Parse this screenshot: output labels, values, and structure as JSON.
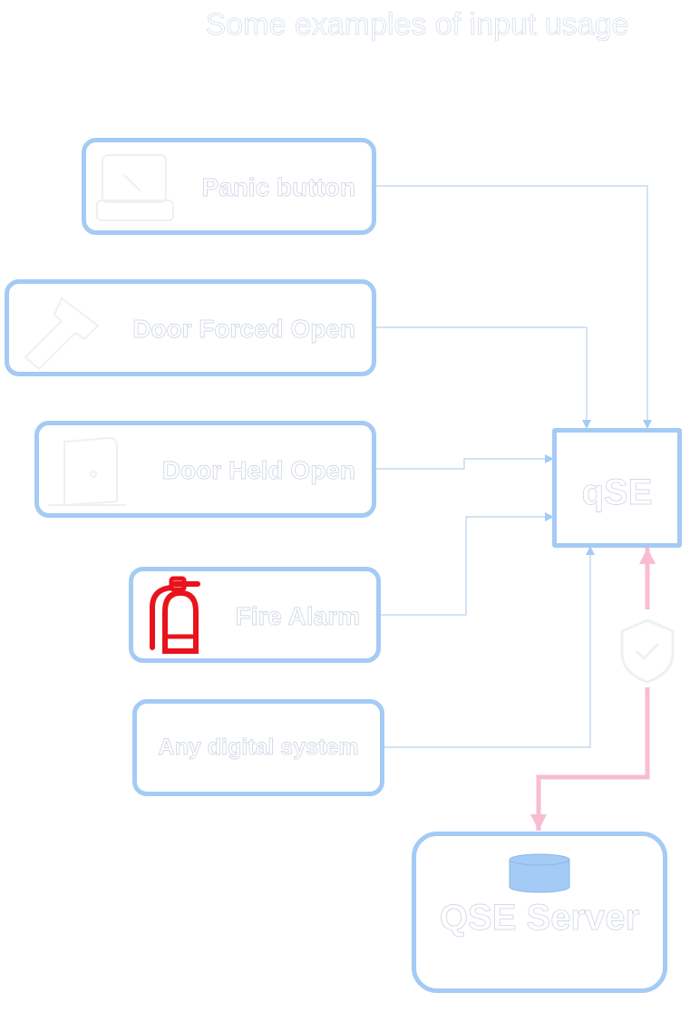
{
  "title": "Some examples of input usage",
  "inputs": [
    {
      "label": "Panic button",
      "icon": "panic-button-icon"
    },
    {
      "label": "Door Forced Open",
      "icon": "door-forced-icon"
    },
    {
      "label": "Door Held Open",
      "icon": "door-held-icon"
    },
    {
      "label": "Fire Alarm",
      "icon": "fire-extinguisher-icon"
    },
    {
      "label": "Any digital system",
      "icon": ""
    }
  ],
  "hub": {
    "label": "qSE"
  },
  "server": {
    "label": "QSE Server",
    "icon": "database-icon"
  },
  "secure_link": {
    "icon": "shield-check-icon"
  },
  "colors": {
    "node_border": "#a3cbf5",
    "connector": "#b7d0ec",
    "secure_connector": "#f9bcd3",
    "fire_icon": "#e8131b",
    "database_fill": "#a3cbf5"
  }
}
